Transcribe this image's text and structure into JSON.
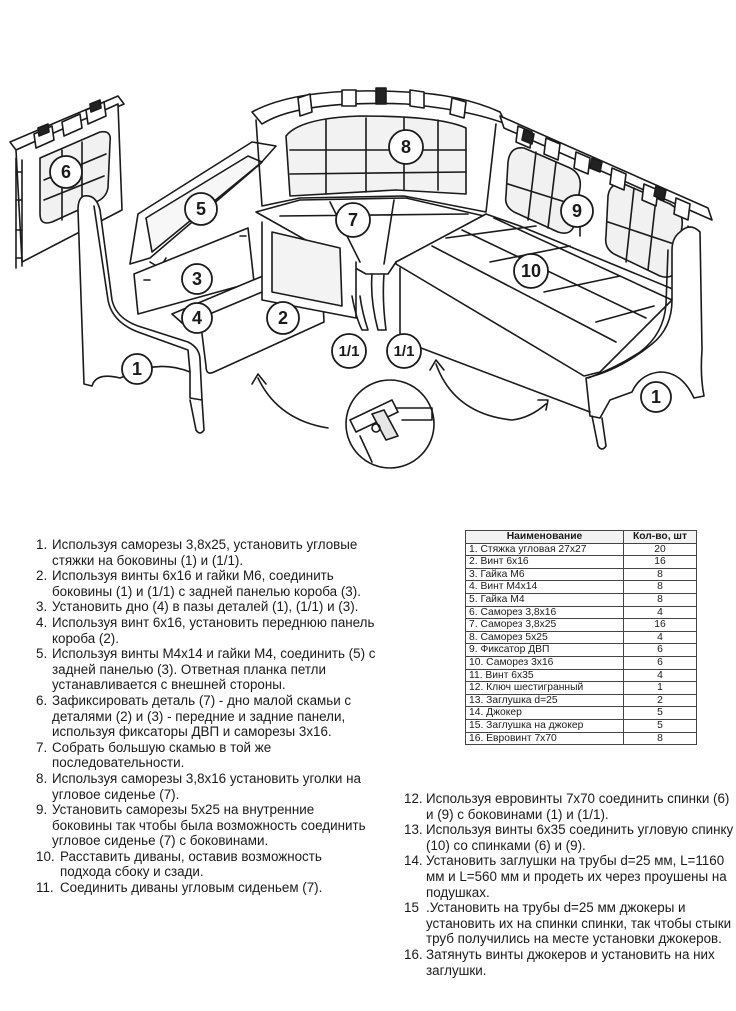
{
  "drawing": {
    "labels": [
      "1",
      "2",
      "3",
      "4",
      "5",
      "6",
      "7",
      "8",
      "9",
      "10",
      "1/1"
    ]
  },
  "steps_left": [
    {
      "n": "1.",
      "t": "Используя саморезы 3,8х25, установить угловые стяжки на боковины (1) и (1/1)."
    },
    {
      "n": "2.",
      "t": "Используя винты 6х16 и гайки М6, соединить боковины (1) и (1/1) с задней панелью короба (3)."
    },
    {
      "n": "3.",
      "t": "Установить дно (4) в пазы деталей (1), (1/1) и (3)."
    },
    {
      "n": "4.",
      "t": "Используя винт 6х16, установить переднюю панель короба (2)."
    },
    {
      "n": "5.",
      "t": "Используя винты М4х14 и гайки М4, соединить (5) с задней панелью (3). Ответная планка петли устанавливается с внешней стороны."
    },
    {
      "n": "6.",
      "t": "Зафиксировать деталь (7) - дно малой скамьи с деталями (2) и (3) - передние и задние панели, используя фиксаторы ДВП и саморезы 3х16."
    },
    {
      "n": "7.",
      "t": "Собрать большую скамью в той же последовательности."
    },
    {
      "n": "8.",
      "t": "Используя саморезы 3,8х16 установить уголки на угловое сиденье (7)."
    },
    {
      "n": "9.",
      "t": "Установить саморезы 5х25 на внутренние боковины так чтобы была возможность соединить угловое сиденье (7) с боковинами."
    },
    {
      "n": "10.",
      "t": "Расставить диваны, оставив возможность подхода сбоку и сзади."
    },
    {
      "n": "11.",
      "t": "Соединить диваны угловым сиденьем (7)."
    }
  ],
  "steps_right": [
    {
      "n": "12.",
      "t": "Используя евровинты 7х70 соединить спинки (6) и (9) с боковинами (1) и (1/1)."
    },
    {
      "n": "13.",
      "t": "Используя винты 6х35 соединить угловую спинку (10) со спинками (6) и (9)."
    },
    {
      "n": "14.",
      "t": "Установить заглушки на трубы d=25 мм, L=1160 мм и L=560 мм и продеть их через проушены на подушках."
    },
    {
      "n": "15",
      "t": ".Установить на трубы d=25 мм джокеры и установить их на спинки cпинки, так чтобы стыки труб получились на месте установки джокеров."
    },
    {
      "n": "16.",
      "t": "Затянуть винты джокеров и установить на них заглушки."
    }
  ],
  "parts_table": {
    "headers": [
      "Наименование",
      "Кол-во, шт"
    ],
    "rows": [
      [
        "1.  Стяжка угловая 27х27",
        "20"
      ],
      [
        "2.  Винт 6х16",
        "16"
      ],
      [
        "3.  Гайка М6",
        "8"
      ],
      [
        "4.  Винт М4х14",
        "8"
      ],
      [
        "5.  Гайка М4",
        "8"
      ],
      [
        "6.  Саморез 3,8х16",
        "4"
      ],
      [
        "7.  Саморез 3,8х25",
        "16"
      ],
      [
        "8.  Саморез 5х25",
        "4"
      ],
      [
        "9.  Фиксатор ДВП",
        "6"
      ],
      [
        "10. Саморез 3х16",
        "6"
      ],
      [
        "11. Винт 6х35",
        "4"
      ],
      [
        "12. Ключ шестигранный",
        "1"
      ],
      [
        "13. Заглушка d=25",
        "2"
      ],
      [
        "14. Джокер",
        "5"
      ],
      [
        "15. Заглушка на джокер",
        "5"
      ],
      [
        "16. Евровинт 7х70",
        "8"
      ]
    ]
  }
}
